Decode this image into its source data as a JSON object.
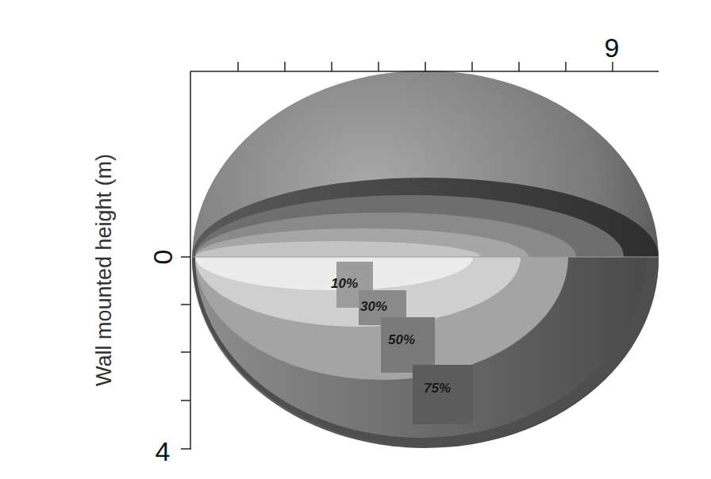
{
  "diagram": {
    "labels": [
      "9",
      "0",
      "4",
      "Wall mounted height (m)",
      "10%",
      "30%",
      "50%",
      "75%"
    ]
  }
}
